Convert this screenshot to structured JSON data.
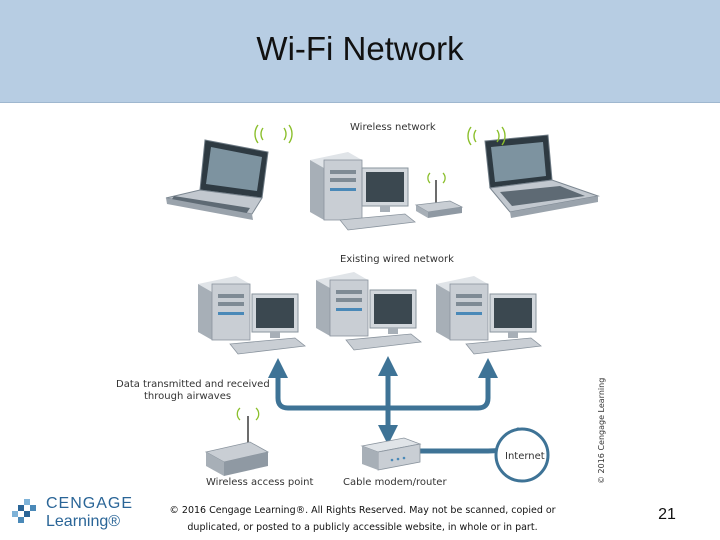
{
  "slide": {
    "title": "Wi-Fi Network",
    "page_number": "21",
    "footer_copyright": "© 2016 Cengage Learning®. All Rights Reserved. May not be scanned, copied or duplicated, or posted to a publicly accessible website, in whole or in part."
  },
  "logo": {
    "line1": "CENGAGE",
    "line2": "Learning®",
    "brand_color": "#2a6597"
  },
  "diagram": {
    "labels": {
      "wireless_network": "Wireless network",
      "existing_wired_network": "Existing wired network",
      "data_transmitted_line1": "Data transmitted and received",
      "data_transmitted_line2": "through airwaves",
      "wireless_access_point": "Wireless access point",
      "cable_modem_router": "Cable modem/router",
      "internet": "Internet",
      "vertical_copyright": "© 2016 Cengage Learning"
    },
    "colors": {
      "connector": "#3e7396",
      "device_gray": "#c9ced4",
      "screen": "#6f8796"
    }
  }
}
